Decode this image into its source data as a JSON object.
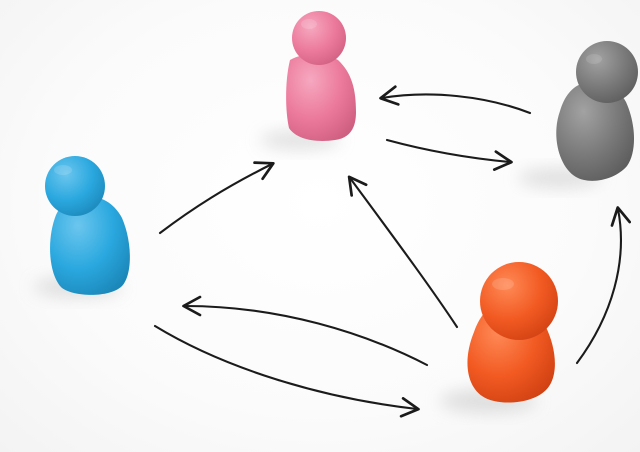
{
  "scene": {
    "background": "#ffffff",
    "shadow": "#d9d9d9",
    "arrow_color": "#1b1b1b"
  },
  "pawns": [
    {
      "name": "pink-pawn",
      "color": "#ec7a9c",
      "highlight": "#f6a8c0",
      "shade": "#cf5f81"
    },
    {
      "name": "blue-pawn",
      "color": "#2aa8df",
      "highlight": "#6cc6ee",
      "shade": "#1b86b8"
    },
    {
      "name": "gray-pawn",
      "color": "#7a7a7a",
      "highlight": "#a2a2a2",
      "shade": "#5b5b5b"
    },
    {
      "name": "orange-pawn",
      "color": "#f25a22",
      "highlight": "#ff8a57",
      "shade": "#cf4012"
    }
  ],
  "arrows": [
    {
      "name": "arrow-gray-to-pink",
      "from": "gray-pawn",
      "to": "pink-pawn"
    },
    {
      "name": "arrow-pink-to-gray",
      "from": "pink-pawn",
      "to": "gray-pawn"
    },
    {
      "name": "arrow-blue-to-pink",
      "from": "blue-pawn",
      "to": "pink-pawn"
    },
    {
      "name": "arrow-orange-to-pink",
      "from": "orange-pawn",
      "to": "pink-pawn"
    },
    {
      "name": "arrow-orange-to-blue",
      "from": "orange-pawn",
      "to": "blue-pawn"
    },
    {
      "name": "arrow-blue-to-orange",
      "from": "blue-pawn",
      "to": "orange-pawn"
    },
    {
      "name": "arrow-orange-to-gray",
      "from": "orange-pawn",
      "to": "gray-pawn"
    }
  ]
}
